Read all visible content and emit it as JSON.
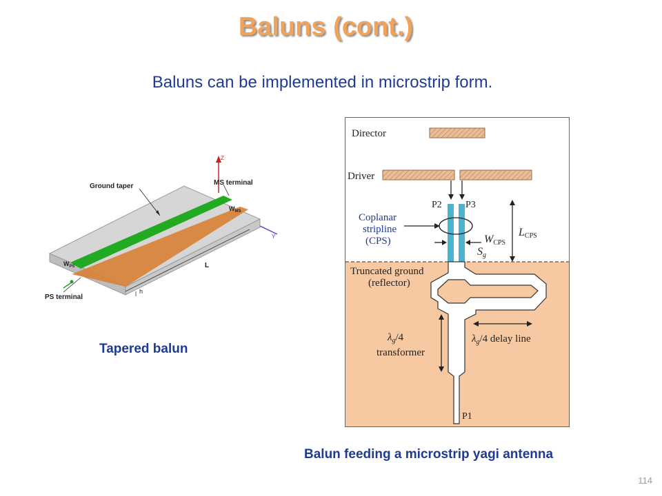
{
  "slide": {
    "title": "Baluns (cont.)",
    "subtitle": "Baluns can be implemented in microstrip form.",
    "page_number": "114"
  },
  "left_figure": {
    "caption": "Tapered balun",
    "labels": {
      "ground_taper": "Ground taper",
      "ms_terminal": "MS terminal",
      "ps_terminal": "PS terminal",
      "w_ms": "W",
      "w_ms_sub": "MS",
      "w_ps": "W",
      "w_ps_sub": "PS",
      "length": "L",
      "height": "h",
      "axis_y": "Y",
      "axis_z": "Z"
    },
    "colors": {
      "strip": "#22aa22",
      "ground": "#d9823a",
      "substrate": "#cfcfcf"
    }
  },
  "right_figure": {
    "caption": "Balun feeding a microstrip yagi antenna",
    "labels": {
      "director": "Director",
      "driver": "Driver",
      "p2": "P2",
      "p3": "P3",
      "cps_1": "Coplanar",
      "cps_2": "stripline",
      "cps_3": "(CPS)",
      "l_cps": "L",
      "l_cps_sub": "CPS",
      "w_cps": "W",
      "w_cps_sub": "CPS",
      "s_g": "S",
      "s_g_sub": "g",
      "ground_1": "Truncated ground",
      "ground_2": "(reflector)",
      "transformer_1": "λ",
      "transformer_sub": "g",
      "transformer_frac": "/4",
      "transformer_2": "transformer",
      "delay_line": "/4 delay line",
      "p1": "P1"
    },
    "colors": {
      "ground": "#f6c9a3",
      "element": "#e3b48c",
      "cps": "#4bb3d0"
    }
  }
}
